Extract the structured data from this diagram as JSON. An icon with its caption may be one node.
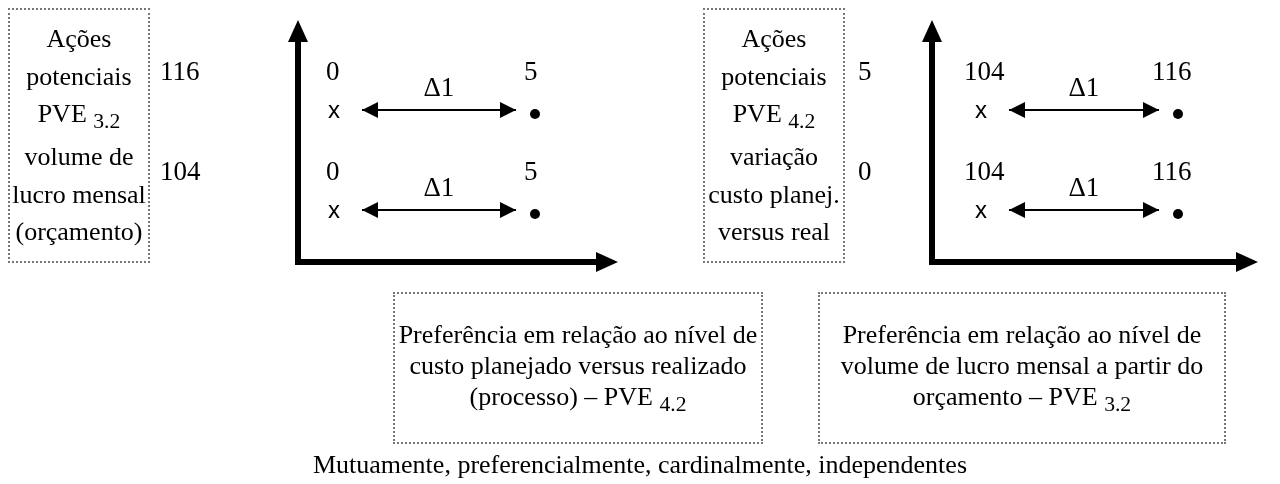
{
  "diagram": {
    "caption": "Mutuamente, preferencialmente, cardinalmente, independentes",
    "nodes": [
      {
        "text": [
          "Ações potenciais PVE $_{3.2}$ volume de lucro mensal (orçamento)"
        ]
      },
      {
        "text": [
          "x"
        ],
        "beside": [
          "0"
        ]
      },
      {
        "text": [],
        "shape": "circle",
        "beside": [
          "5"
        ]
      },
      {
        "text": [
          "x"
        ],
        "beside": [
          "0"
        ]
      },
      {
        "text": [],
        "shape": "circle",
        "beside": [
          "5"
        ]
      },
      {
        "text": [
          "Ações potenciais PVE $_{4.2}$ variação custo planej. versus real"
        ]
      },
      {
        "text": [
          "x"
        ],
        "beside": [
          "104"
        ]
      },
      {
        "text": [],
        "shape": "circle",
        "beside": [
          "116"
        ]
      },
      {
        "text": [
          "x"
        ],
        "beside": [
          "104"
        ]
      },
      {
        "text": [],
        "shape": "circle",
        "beside": [
          "116"
        ]
      },
      {
        "text": [
          "Preferência em relação ao nível de custo planejado versus realizado (processo) – PVE $_{4.2}$"
        ]
      },
      {
        "text": [
          "Preferência em relação ao nível de volume de lucro mensal a partir do orçamento – PVE $_{3.2}$"
        ]
      }
    ],
    "edges": [
      {
        "from": 1,
        "to": 2,
        "arrow": "both",
        "label": "Δ1"
      },
      {
        "from": 3,
        "to": 4,
        "arrow": "both",
        "label": "Δ1"
      },
      {
        "from": 6,
        "to": 7,
        "arrow": "both",
        "label": "Δ1"
      },
      {
        "from": 8,
        "to": 9,
        "arrow": "both",
        "label": "Δ1"
      }
    ],
    "labels": [
      "116",
      "104",
      "5",
      "0"
    ]
  }
}
